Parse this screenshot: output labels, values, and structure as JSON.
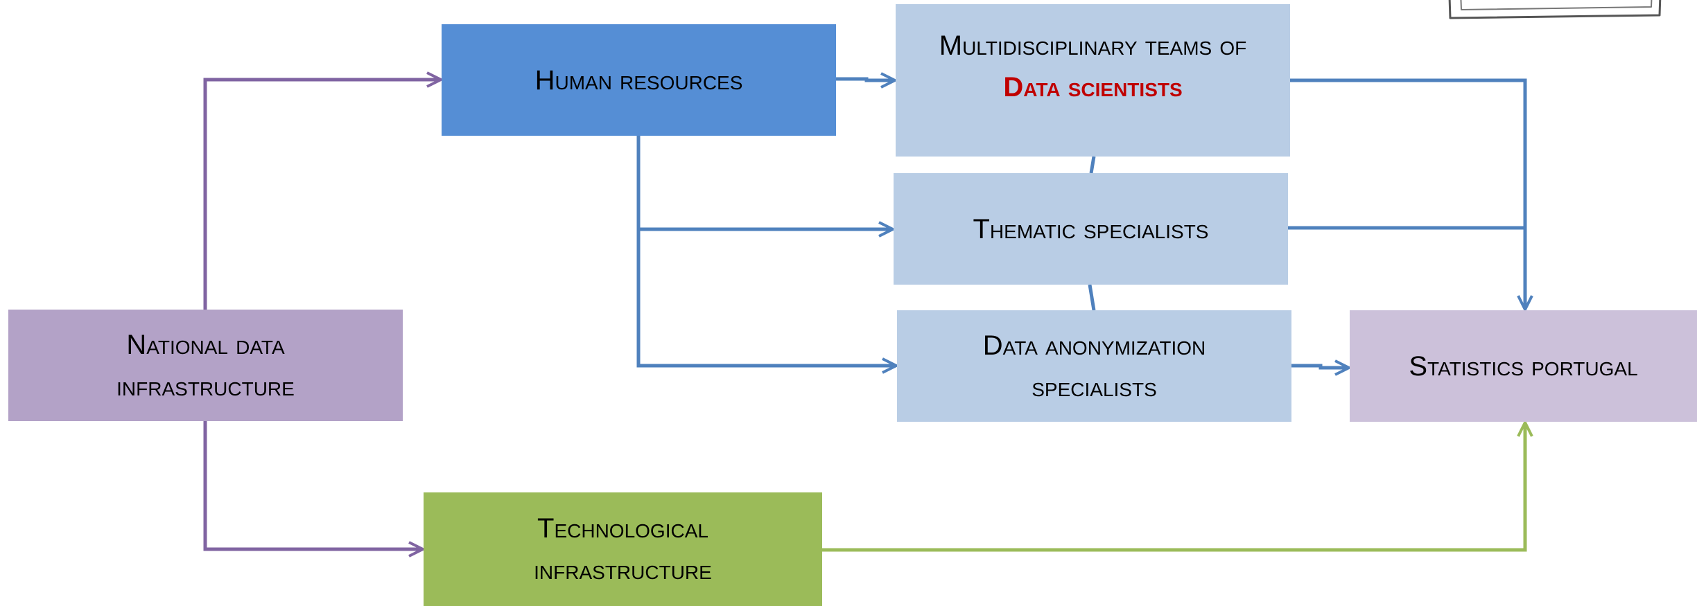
{
  "colors": {
    "purple_box": "#B3A2C7",
    "blue_box": "#558ED5",
    "light_blue_box": "#B9CDE5",
    "lavender_box": "#CCC1DA",
    "green_box": "#9BBB59",
    "purple_line": "#8064A2",
    "blue_line": "#4F81BD",
    "green_line": "#9BBB59",
    "highlight_red": "#C00000"
  },
  "nodes": {
    "national_data": {
      "line1": "National data",
      "line2": "infrastructure"
    },
    "human_resources": {
      "line1": "Human resources"
    },
    "multidisciplinary": {
      "line1": "Multidisciplinary teams of",
      "line2": "Data scientists"
    },
    "thematic": {
      "line1": "Thematic specialists"
    },
    "anonymization": {
      "line1": "Data anonymization",
      "line2": "specialists"
    },
    "statistics": {
      "line1": "Statistics portugal"
    },
    "technological": {
      "line1": "Technological",
      "line2": "infrastructure"
    }
  }
}
